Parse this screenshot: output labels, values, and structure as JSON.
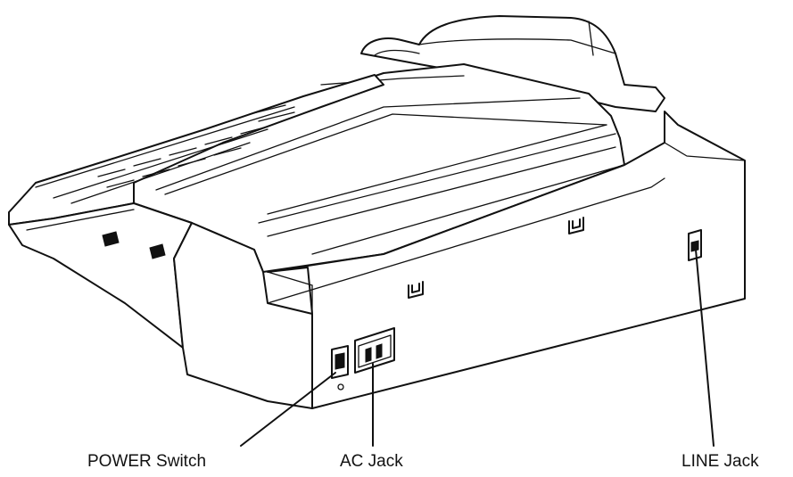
{
  "labels": {
    "power_switch": "POWER Switch",
    "ac_jack": "AC Jack",
    "line_jack": "LINE Jack"
  },
  "colors": {
    "line": "#111111",
    "background": "#ffffff"
  }
}
